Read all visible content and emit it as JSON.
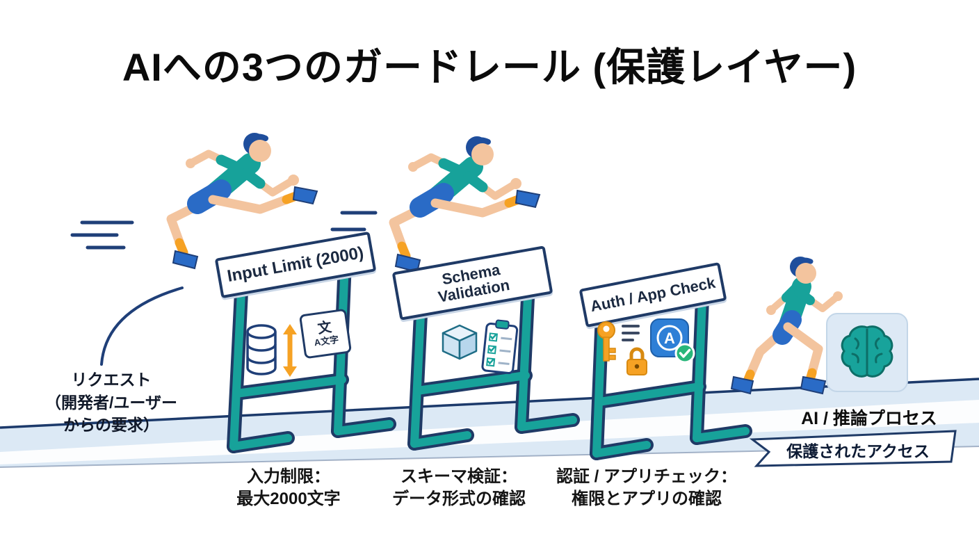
{
  "title": "AIへの3つのガードレール (保護レイヤー)",
  "request_label": {
    "l1": "リクエスト",
    "l2": "（開発者/ユーザー",
    "l3": "からの要求）"
  },
  "hurdles": [
    {
      "board_l1": "Input Limit (2000)",
      "caption_l1": "入力制限：",
      "caption_l2": "最大2000文字",
      "icons": [
        "database-icon",
        "length-arrow-icon",
        "character-count-card"
      ],
      "card": {
        "l1": "文",
        "l2": "A文字"
      }
    },
    {
      "board_l1": "Schema",
      "board_l2": "Validation",
      "caption_l1": "スキーマ検証：",
      "caption_l2": "データ形式の確認",
      "icons": [
        "package-box-icon",
        "checklist-icon"
      ]
    },
    {
      "board_l1": "Auth / App Check",
      "caption_l1": "認証 / アプリチェック：",
      "caption_l2": "権限とアプリの確認",
      "icons": [
        "key-icon",
        "padlock-icon",
        "app-store-check-icon"
      ]
    }
  ],
  "ai_process_label": "AI / 推論プロセス",
  "banner_label": "保護されたアクセス",
  "app_icon_letter": "A",
  "colors": {
    "navy": "#1f3f78",
    "teal": "#17a29a",
    "blue": "#2a6bc6",
    "orange": "#f6a224",
    "track": "#dce9f5",
    "ink": "#141414"
  }
}
